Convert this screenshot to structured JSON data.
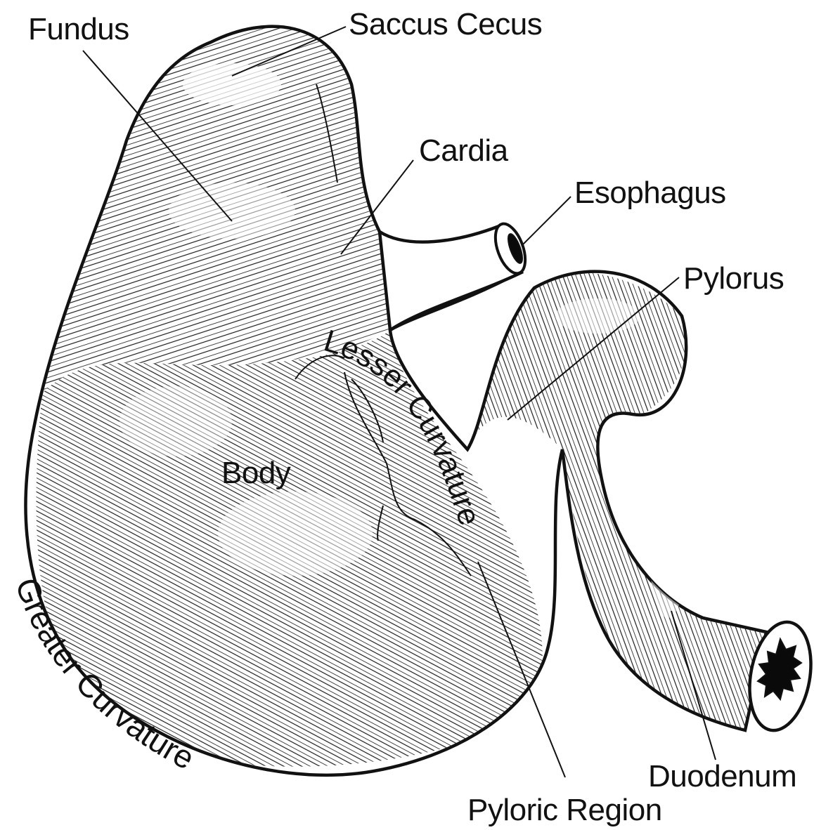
{
  "labels": {
    "fundus": "Fundus",
    "saccus_cecus": "Saccus Cecus",
    "cardia": "Cardia",
    "esophagus": "Esophagus",
    "pylorus": "Pylorus",
    "lesser_curvature": "Lesser Curvature",
    "body": "Body",
    "greater_curvature": "Greater Curvature",
    "duodenum": "Duodenum",
    "pyloric_region": "Pyloric Region"
  },
  "colors": {
    "ink": "#111111",
    "paper": "#ffffff"
  }
}
